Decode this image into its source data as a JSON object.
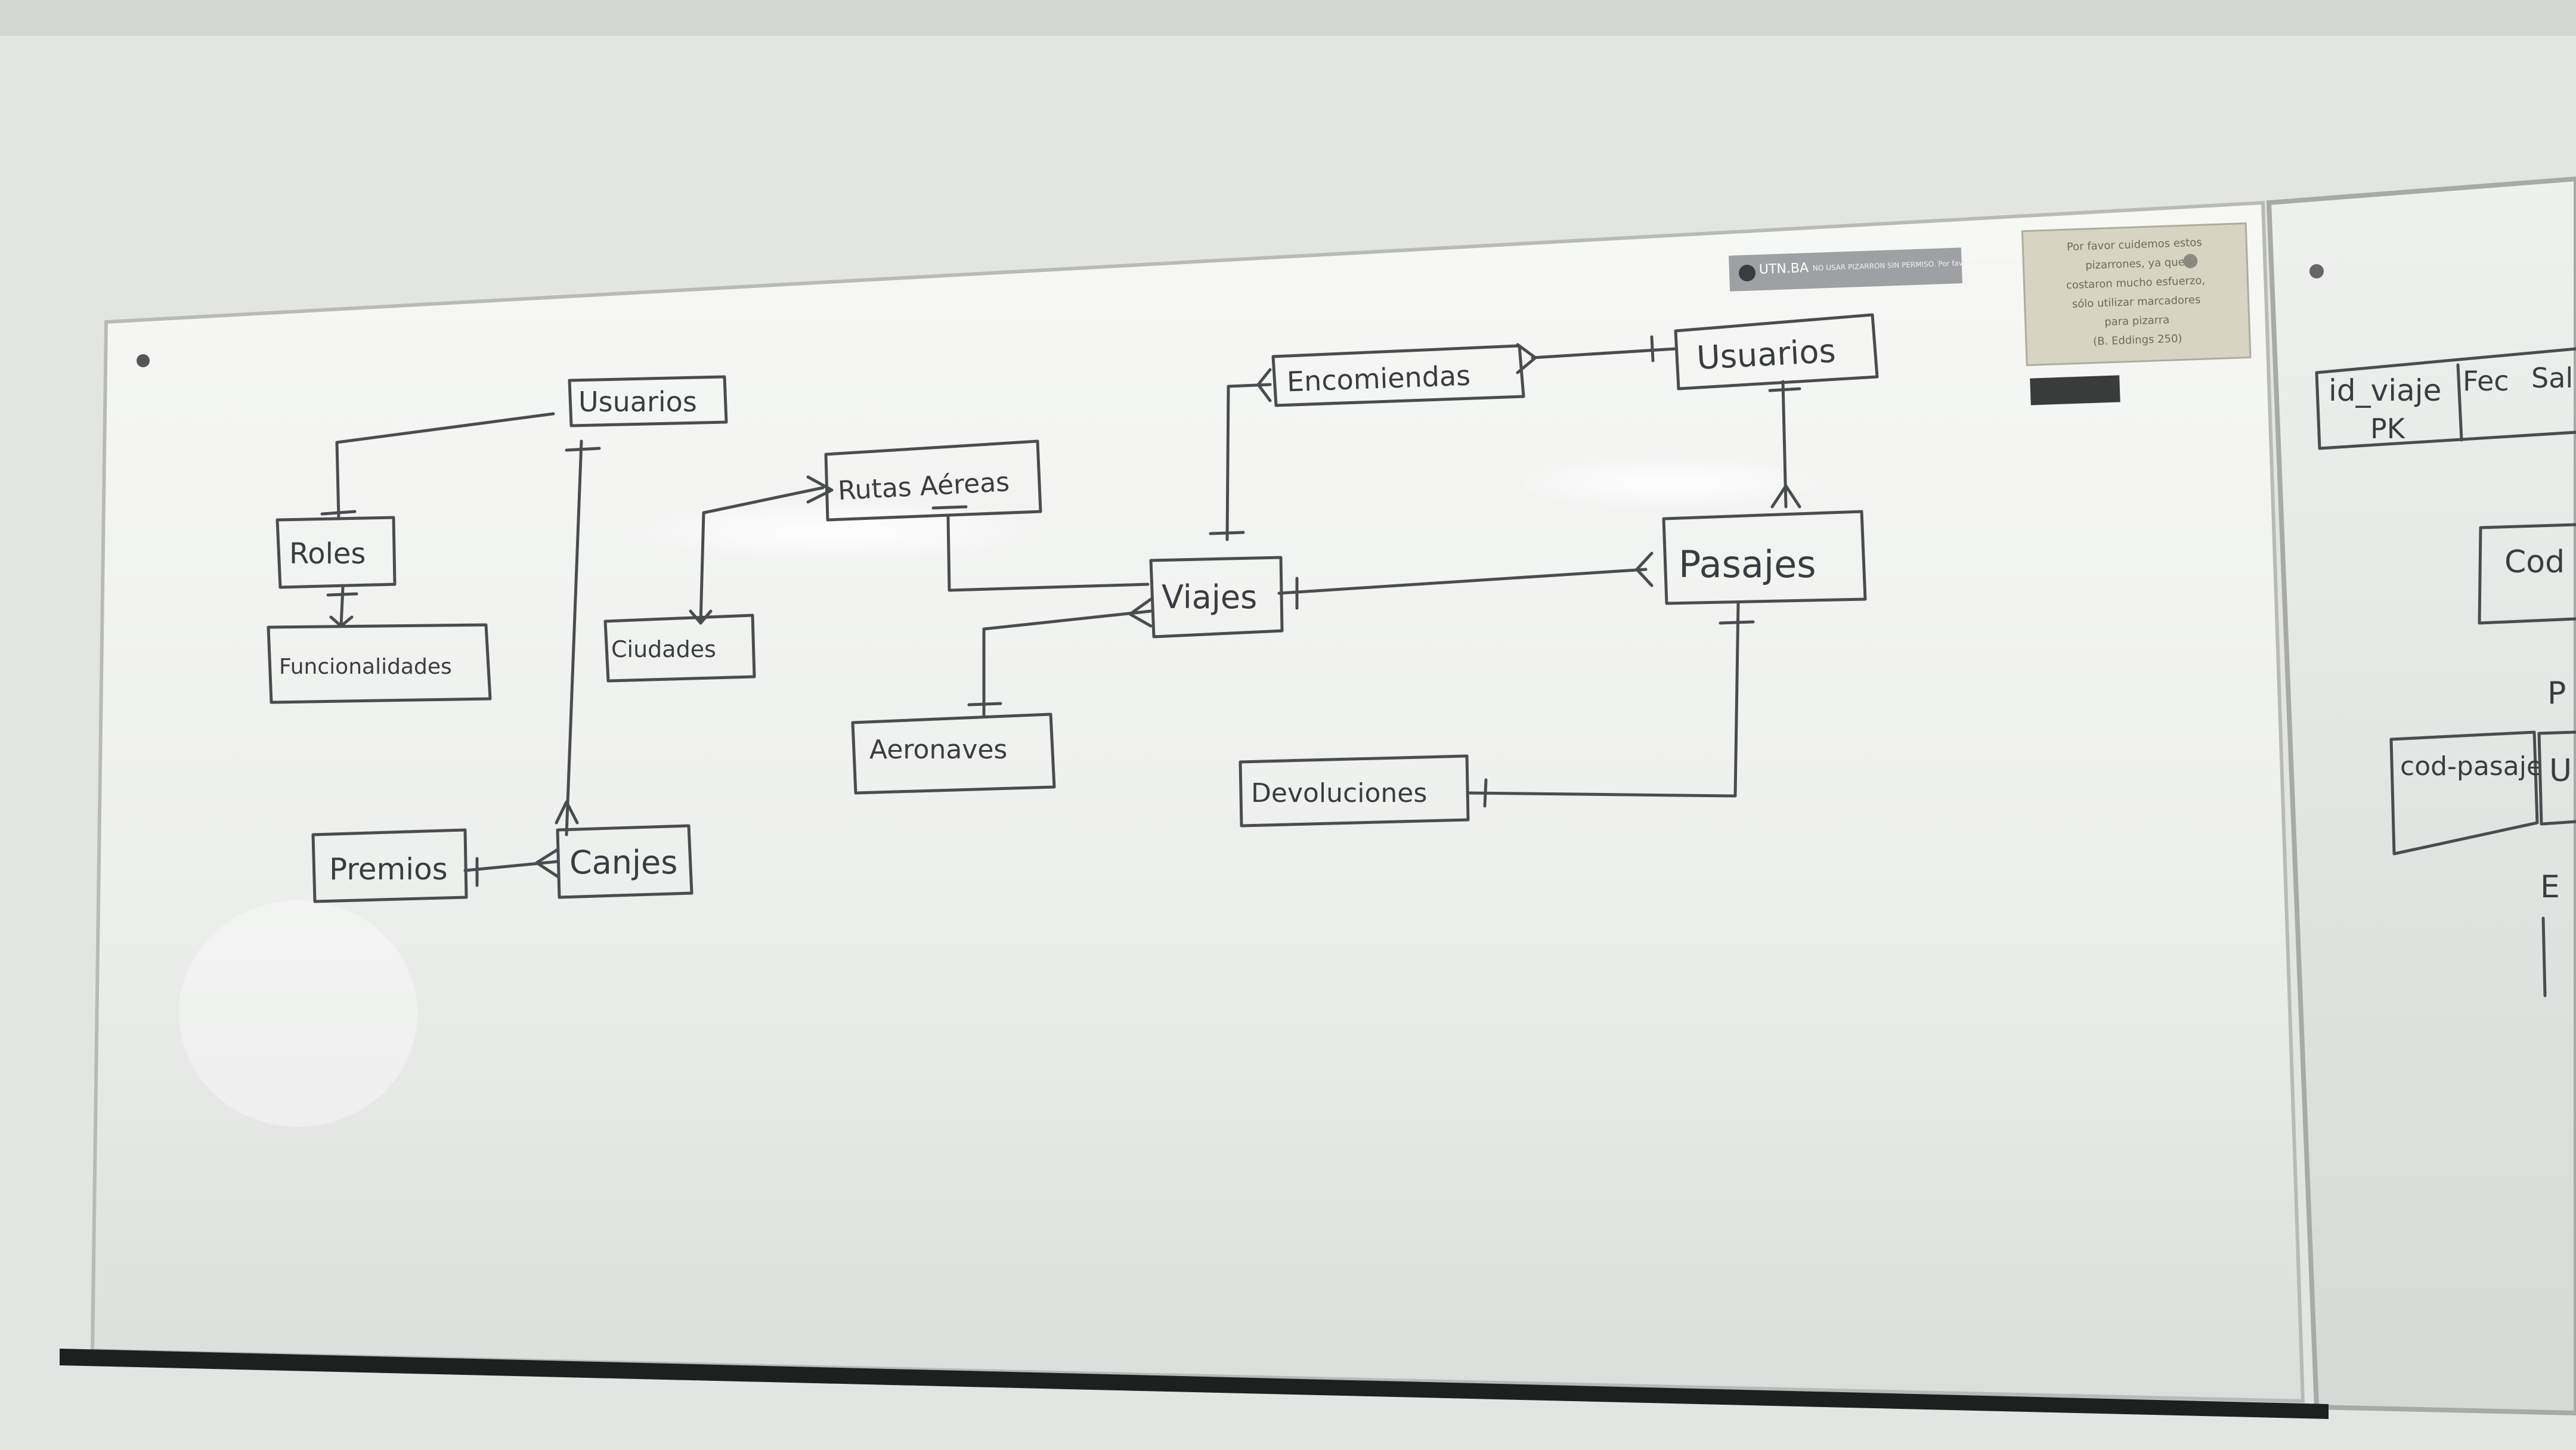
{
  "sticker": {
    "brand": "UTN.BA",
    "text": "NO USAR PIZARRON SIN PERMISO. Por favor cuidemos el pizarrón"
  },
  "notice": {
    "lines": [
      "Por favor cuidemos estos",
      "pizarrones, ya que",
      "costaron mucho esfuerzo,",
      "sólo utilizar marcadores",
      "para pizarra",
      "(B. Eddings 250)"
    ]
  },
  "diagram": {
    "entities": {
      "usuarios_left": "Usuarios",
      "roles": "Roles",
      "funcionalidades": "Funcionalidades",
      "rutas_aereas": "Rutas Aéreas",
      "ciudades": "Ciudades",
      "encomiendas": "Encomiendas",
      "usuarios_right": "Usuarios",
      "viajes": "Viajes",
      "pasajes": "Pasajes",
      "aeronaves": "Aeronaves",
      "devoluciones": "Devoluciones",
      "premios": "Premios",
      "canjes": "Canjes"
    }
  },
  "right_board": {
    "cells": {
      "id_viaje": "id_viaje",
      "pk": "PK",
      "fec": "Fec",
      "sal": "Sal",
      "cod": "Cod",
      "cod_pasaje": "cod-pasaje",
      "u": "U",
      "p": "P",
      "e": "E"
    }
  },
  "colors": {
    "ink": "#4a4d4f",
    "board": "#f4f5f3",
    "tray": "#1e1f1f",
    "wall": "#e3e5e2"
  }
}
